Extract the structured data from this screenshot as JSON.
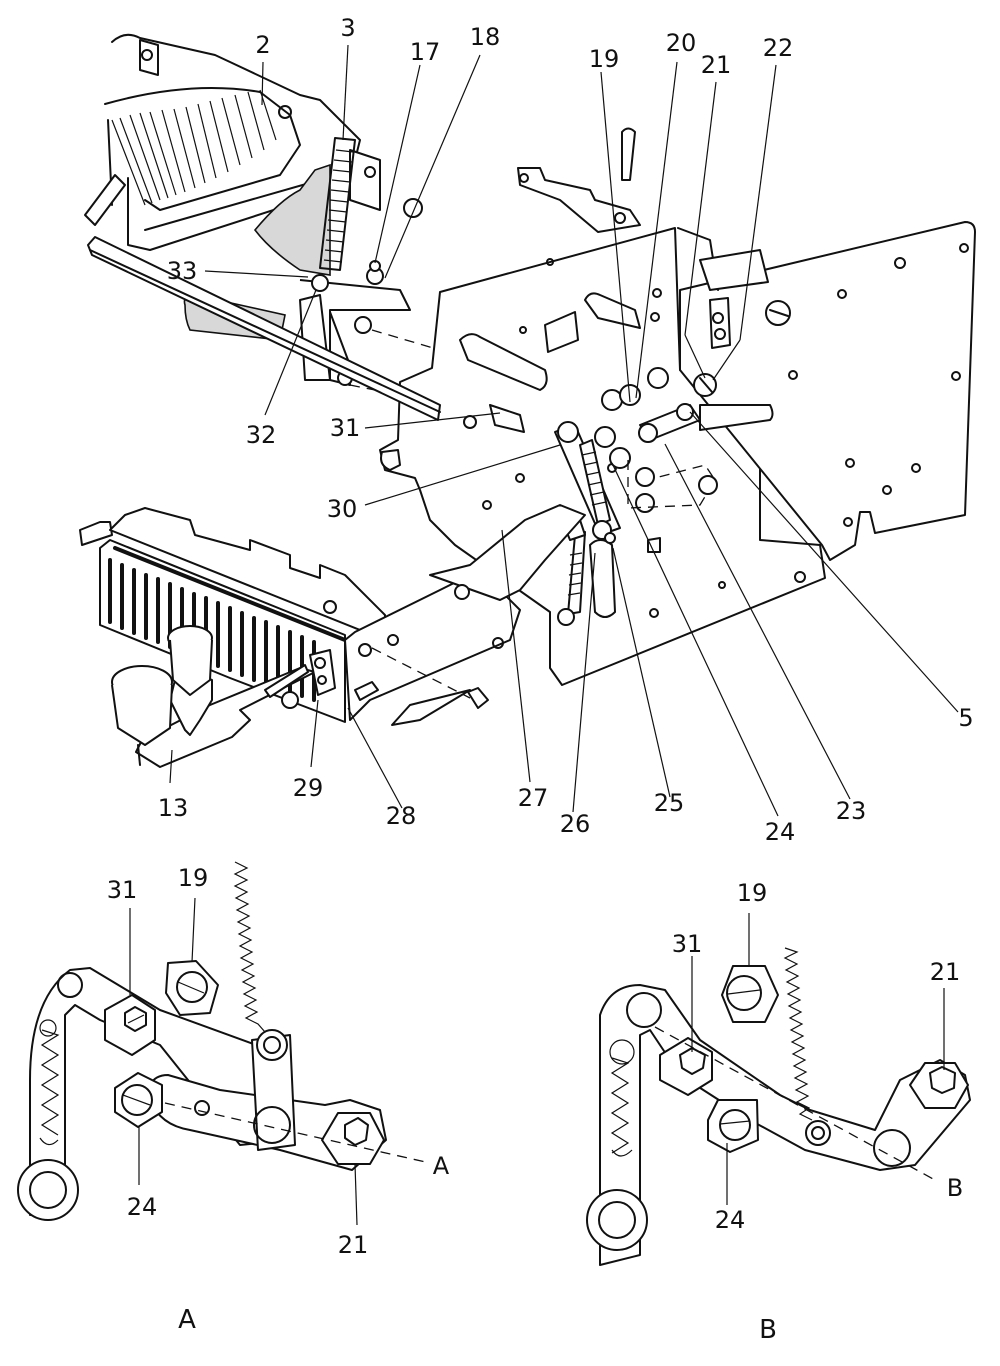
{
  "diagram": {
    "type": "exploded-view mechanical parts diagram",
    "main_callouts": [
      "2",
      "3",
      "17",
      "18",
      "19",
      "20",
      "21",
      "22",
      "33",
      "32",
      "31",
      "30",
      "5",
      "13",
      "29",
      "28",
      "27",
      "26",
      "25",
      "24",
      "23"
    ],
    "inset_a": {
      "caption": "A",
      "callouts": [
        "31",
        "19",
        "24",
        "21"
      ],
      "axis_label": "A"
    },
    "inset_b": {
      "caption": "B",
      "callouts": [
        "19",
        "31",
        "21",
        "24"
      ],
      "axis_label": "B"
    }
  }
}
